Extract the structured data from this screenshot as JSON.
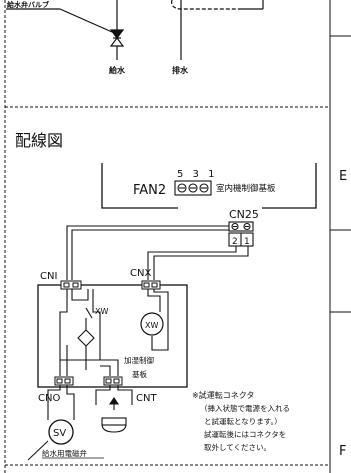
{
  "top_section": {
    "valve_label": "給水弁バルブ",
    "supply_label": "給水",
    "drain_label": "排水"
  },
  "wiring_title": "配線図",
  "side_labels": {
    "e": "E",
    "f": "F"
  },
  "fan_connector": {
    "label": "FAN2",
    "pins": "5 3 1"
  },
  "indoor_board_label": "室内機制御基板",
  "cn25": {
    "label": "CN25",
    "pin_left": "2",
    "pin_right": "1"
  },
  "humidifier_board": {
    "cn1": "CNI",
    "cnx": "CNX",
    "relay": "XW",
    "relay_coil": "XW",
    "board_line1": "加湿制御",
    "board_line2": "基板",
    "cno": "CNO",
    "cnt": "CNT"
  },
  "valve": {
    "sv": "SV",
    "caption": "給水用電磁弁"
  },
  "note": {
    "heading": "※試運転コネクタ",
    "lines": [
      "（挿入状態で電源を入れる",
      "と試運転となります。）",
      "試運転後にはコネクタを",
      "取外してください。"
    ]
  },
  "colors": {
    "ink": "#111111",
    "paper": "#ffffff"
  }
}
